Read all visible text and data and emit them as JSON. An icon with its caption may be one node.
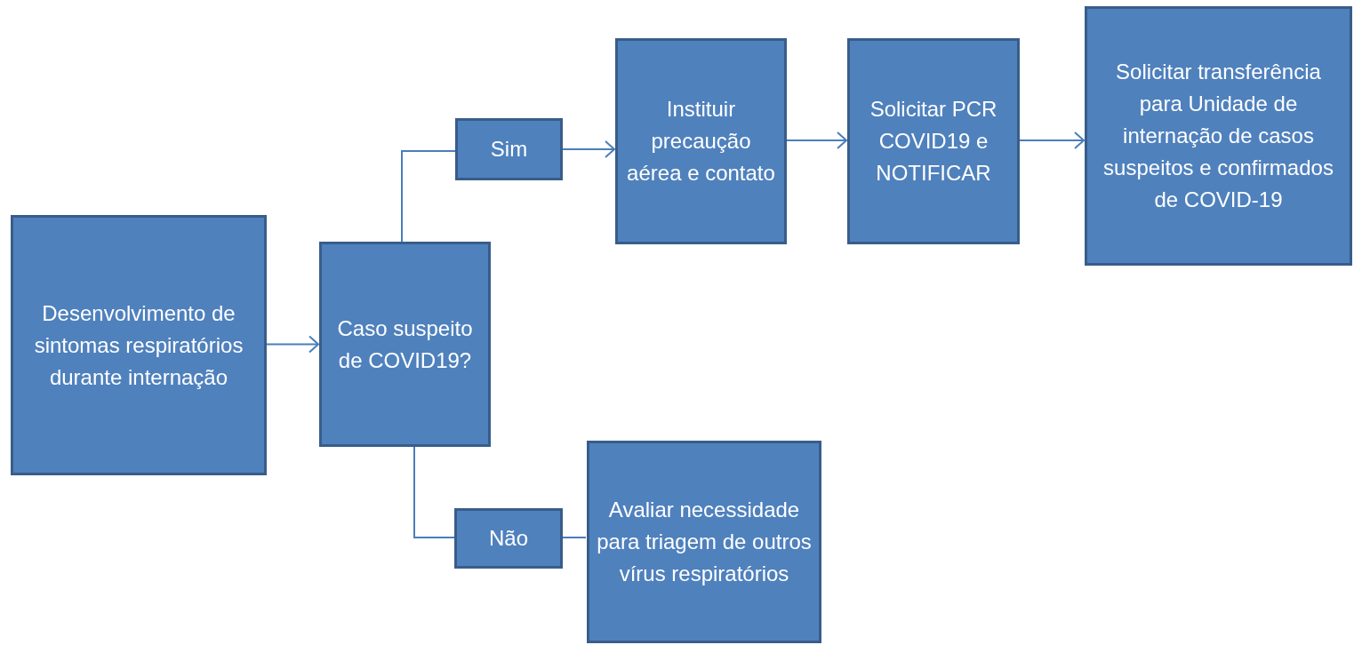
{
  "diagram": {
    "nodes": [
      {
        "text": [
          "Desenvolvimento de sintomas respiratórios durante internação"
        ]
      },
      {
        "text": [
          "Caso suspeito de COVID19?"
        ]
      },
      {
        "text": [
          "Sim"
        ]
      },
      {
        "text": [
          "Instituir precaução aérea e contato"
        ]
      },
      {
        "text": [
          "Solicitar PCR COVID19 e NOTIFICAR"
        ]
      },
      {
        "text": [
          "Solicitar transferência para Unidade de internação de casos suspeitos e confirmados de COVID-19"
        ]
      },
      {
        "text": [
          "Não"
        ]
      },
      {
        "text": [
          "Avaliar necessidade para triagem de outros vírus respiratórios"
        ]
      }
    ],
    "edges": [
      {
        "from": 0,
        "to": 1,
        "arrow": "to"
      },
      {
        "from": 1,
        "to": 2,
        "arrow": "none"
      },
      {
        "from": 2,
        "to": 3,
        "arrow": "to"
      },
      {
        "from": 3,
        "to": 4,
        "arrow": "to"
      },
      {
        "from": 4,
        "to": 5,
        "arrow": "to"
      },
      {
        "from": 1,
        "to": 6,
        "arrow": "none"
      },
      {
        "from": 6,
        "to": 7,
        "arrow": "none"
      }
    ]
  }
}
